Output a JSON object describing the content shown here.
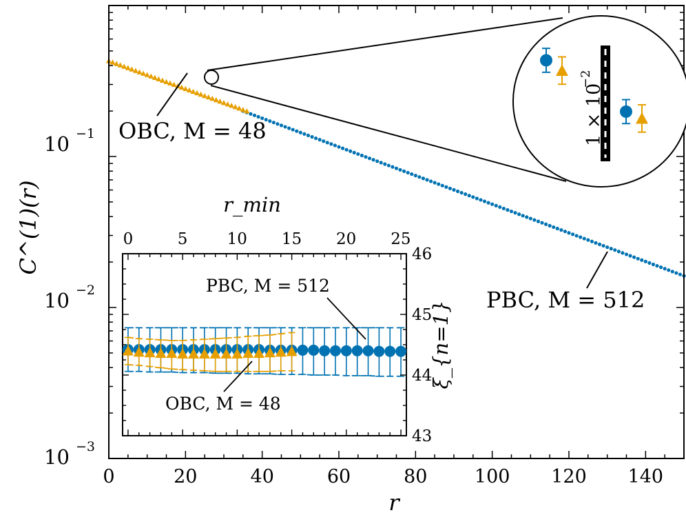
{
  "colors": {
    "pbc": "#0072B2",
    "obc": "#E69F00",
    "axis": "#000000",
    "background": "#ffffff"
  },
  "chart_data": [
    {
      "type": "scatter",
      "yscale": "log",
      "xlim": [
        0,
        150
      ],
      "ylim": [
        0.001,
        1
      ],
      "xlabel": "r",
      "ylabel": "C^(1)(r)",
      "x_ticks": [
        "0",
        "20",
        "40",
        "60",
        "80",
        "100",
        "120",
        "140"
      ],
      "y_tick_labels": [
        {
          "base": "10",
          "exp": "−1"
        },
        {
          "base": "10",
          "exp": "−2"
        },
        {
          "base": "10",
          "exp": "−3"
        }
      ],
      "series": [
        {
          "name": "PBC, M = 512",
          "marker": "circle",
          "color": "#0072B2",
          "curve": "exponential decay",
          "x_range": [
            35,
            150
          ],
          "y_at_start": 0.2,
          "y_at_end": 0.0162
        },
        {
          "name": "OBC, M = 48",
          "marker": "triangle",
          "color": "#E69F00",
          "curve": "exponential decay",
          "x_range": [
            0,
            36
          ],
          "y_at_start": 0.43,
          "y_at_end": 0.2
        }
      ],
      "annotations": [
        {
          "text": "OBC, M = 48",
          "target": "OBC series near r = 27"
        },
        {
          "text": "PBC, M = 512",
          "target": "PBC series near r = 130"
        }
      ],
      "zoom_inset": {
        "scale_bar": {
          "label": "1 × 10",
          "exp": "−2"
        },
        "points": [
          {
            "series": "PBC",
            "marker": "circle",
            "y_rel": 0.74,
            "err_rel": 0.07
          },
          {
            "series": "OBC",
            "marker": "triangle",
            "y_rel": 0.68,
            "err_rel": 0.08
          },
          {
            "series": "PBC",
            "marker": "circle",
            "y_rel": 0.44,
            "err_rel": 0.07
          },
          {
            "series": "OBC",
            "marker": "triangle",
            "y_rel": 0.4,
            "err_rel": 0.08
          }
        ]
      }
    },
    {
      "type": "scatter",
      "xlim": [
        -0.5,
        25.5
      ],
      "ylim": [
        43,
        46
      ],
      "xlabel": "r_min",
      "ylabel": "ξ_{n=1}",
      "x_ticks": [
        "0",
        "5",
        "10",
        "15",
        "20",
        "25"
      ],
      "y_ticks": [
        "43",
        "44",
        "45",
        "46"
      ],
      "series": [
        {
          "name": "PBC, M = 512",
          "marker": "circle",
          "color": "#0072B2",
          "x": [
            0,
            1,
            2,
            3,
            4,
            5,
            6,
            7,
            8,
            9,
            10,
            11,
            12,
            13,
            14,
            15,
            16,
            17,
            18,
            19,
            20,
            21,
            22,
            23,
            24,
            25
          ],
          "y": [
            44.42,
            44.42,
            44.42,
            44.42,
            44.42,
            44.42,
            44.42,
            44.42,
            44.42,
            44.42,
            44.42,
            44.42,
            44.42,
            44.41,
            44.41,
            44.41,
            44.41,
            44.41,
            44.4,
            44.4,
            44.4,
            44.4,
            44.4,
            44.39,
            44.39,
            44.39
          ],
          "err_upper": [
            44.78,
            44.78,
            44.78,
            44.78,
            44.78,
            44.78,
            44.78,
            44.78,
            44.78,
            44.78,
            44.78,
            44.78,
            44.78,
            44.78,
            44.78,
            44.78,
            44.78,
            44.78,
            44.78,
            44.78,
            44.78,
            44.78,
            44.78,
            44.78,
            44.78,
            44.78
          ],
          "err_lower": [
            44.06,
            44.06,
            44.05,
            44.05,
            44.05,
            44.04,
            44.04,
            44.04,
            44.03,
            44.03,
            44.03,
            44.02,
            44.02,
            44.02,
            44.01,
            44.01,
            44.01,
            44.0,
            44.0,
            44.0,
            43.99,
            43.99,
            43.99,
            43.98,
            43.98,
            43.98
          ]
        },
        {
          "name": "OBC, M = 48",
          "marker": "triangle",
          "color": "#E69F00",
          "x": [
            0,
            1,
            2,
            3,
            4,
            5,
            6,
            7,
            8,
            9,
            10,
            11,
            12,
            13,
            14,
            15
          ],
          "y": [
            44.4,
            44.38,
            44.37,
            44.36,
            44.36,
            44.35,
            44.35,
            44.35,
            44.35,
            44.35,
            44.35,
            44.36,
            44.36,
            44.37,
            44.38,
            44.39
          ],
          "err_upper": [
            44.62,
            44.6,
            44.59,
            44.58,
            44.57,
            44.57,
            44.58,
            44.59,
            44.6,
            44.61,
            44.62,
            44.64,
            44.65,
            44.66,
            44.68,
            44.7
          ],
          "err_lower": [
            44.17,
            44.16,
            44.14,
            44.12,
            44.1,
            44.09,
            44.08,
            44.07,
            44.06,
            44.06,
            44.06,
            44.06,
            44.06,
            44.06,
            44.07,
            44.07
          ]
        }
      ],
      "annotations": [
        {
          "text": "PBC, M = 512",
          "target": "PBC point near r_min = 22"
        },
        {
          "text": "OBC, M = 48",
          "target": "OBC point near r_min = 11"
        }
      ]
    }
  ]
}
